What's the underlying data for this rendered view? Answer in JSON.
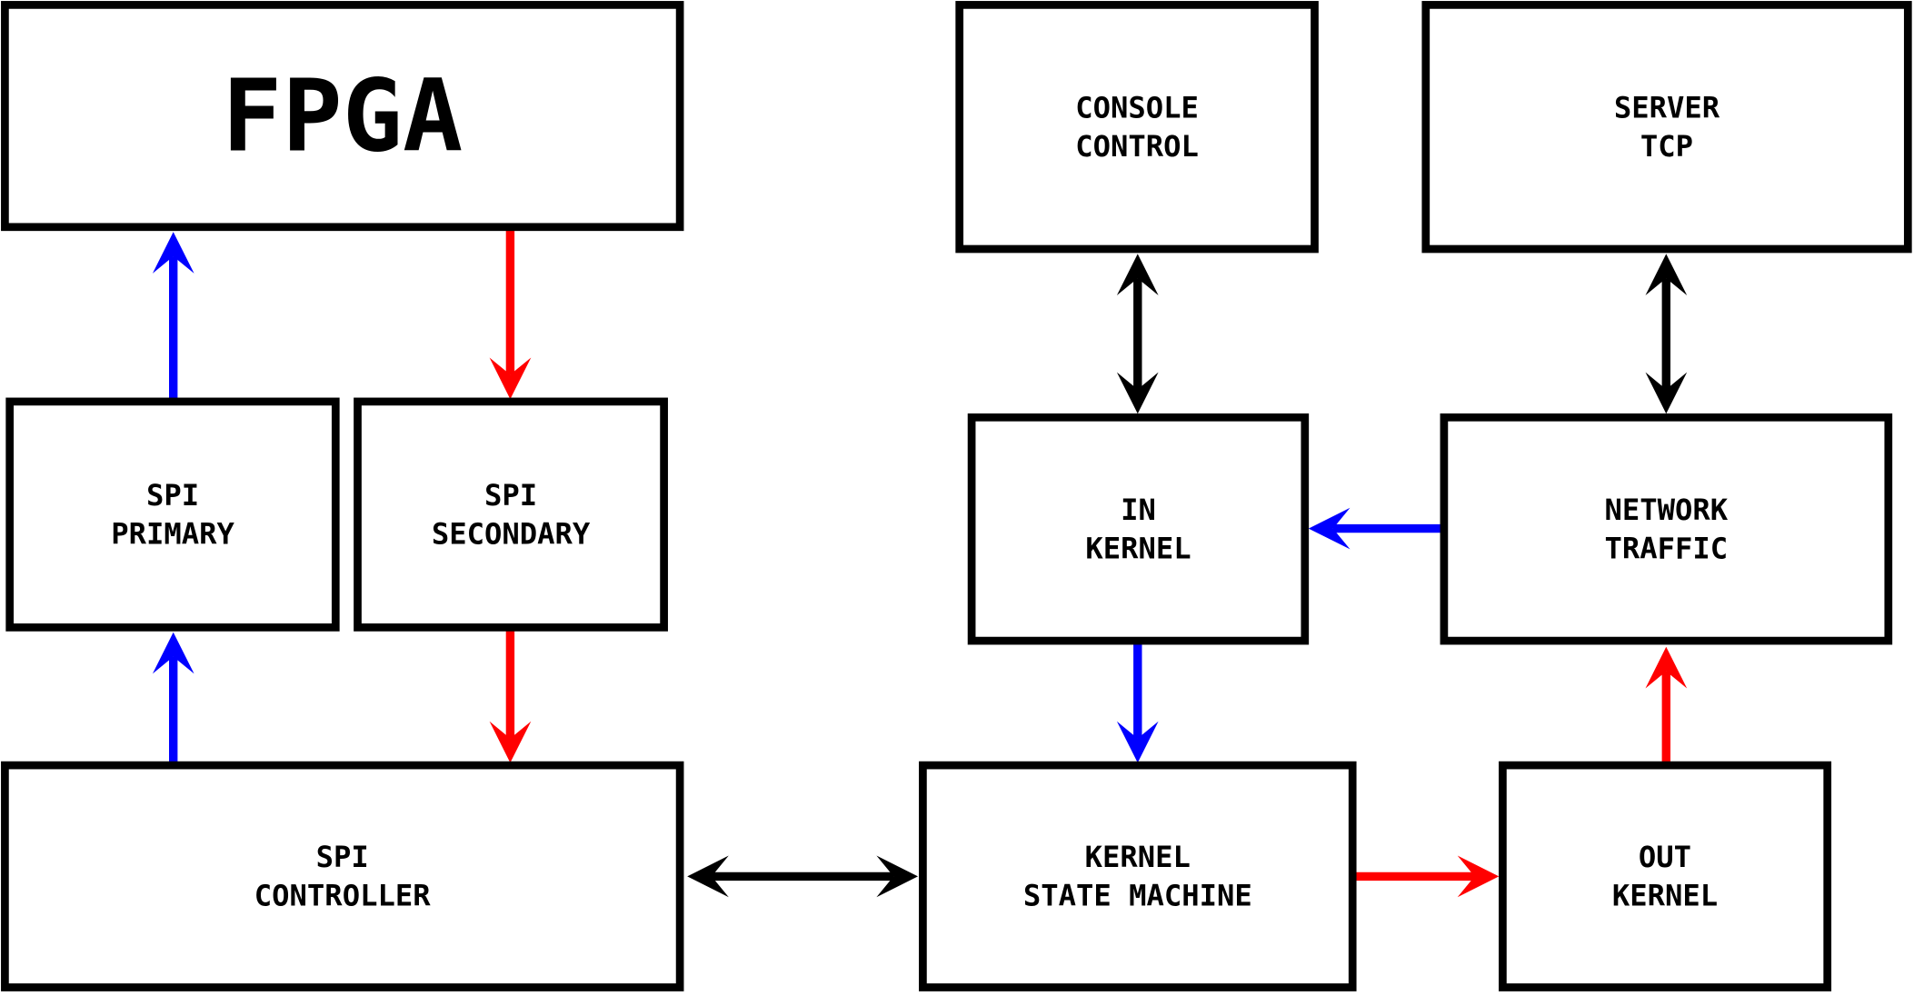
{
  "colors": {
    "background": "#ffffff",
    "box_border": "#000000",
    "text": "#000000",
    "blue_arrow": "#0000ff",
    "red_arrow": "#ff0000",
    "black_arrow": "#000000"
  },
  "blocks": {
    "fpga": {
      "lines": [
        "FPGA"
      ]
    },
    "spi_primary": {
      "lines": [
        "SPI",
        "PRIMARY"
      ]
    },
    "spi_secondary": {
      "lines": [
        "SPI",
        "SECONDARY"
      ]
    },
    "spi_controller": {
      "lines": [
        "SPI",
        "CONTROLLER"
      ]
    },
    "console_control": {
      "lines": [
        "CONSOLE",
        "CONTROL"
      ]
    },
    "server_tcp": {
      "lines": [
        "SERVER",
        "TCP"
      ]
    },
    "in_kernel": {
      "lines": [
        "IN",
        "KERNEL"
      ]
    },
    "network_traffic": {
      "lines": [
        "NETWORK",
        "TRAFFIC"
      ]
    },
    "kernel_state_machine": {
      "lines": [
        "KERNEL",
        "STATE MACHINE"
      ]
    },
    "out_kernel": {
      "lines": [
        "OUT",
        "KERNEL"
      ]
    }
  },
  "connections": [
    {
      "from": "spi_primary",
      "to": "fpga",
      "color": "blue_arrow",
      "direction": "one-way"
    },
    {
      "from": "fpga",
      "to": "spi_secondary",
      "color": "red_arrow",
      "direction": "one-way"
    },
    {
      "from": "spi_controller",
      "to": "spi_primary",
      "color": "blue_arrow",
      "direction": "one-way"
    },
    {
      "from": "spi_secondary",
      "to": "spi_controller",
      "color": "red_arrow",
      "direction": "one-way"
    },
    {
      "from": "spi_controller",
      "to": "kernel_state_machine",
      "color": "black_arrow",
      "direction": "two-way"
    },
    {
      "from": "console_control",
      "to": "in_kernel",
      "color": "black_arrow",
      "direction": "two-way"
    },
    {
      "from": "server_tcp",
      "to": "network_traffic",
      "color": "black_arrow",
      "direction": "two-way"
    },
    {
      "from": "network_traffic",
      "to": "in_kernel",
      "color": "blue_arrow",
      "direction": "one-way"
    },
    {
      "from": "in_kernel",
      "to": "kernel_state_machine",
      "color": "blue_arrow",
      "direction": "one-way"
    },
    {
      "from": "kernel_state_machine",
      "to": "out_kernel",
      "color": "red_arrow",
      "direction": "one-way"
    },
    {
      "from": "out_kernel",
      "to": "network_traffic",
      "color": "red_arrow",
      "direction": "one-way"
    }
  ]
}
